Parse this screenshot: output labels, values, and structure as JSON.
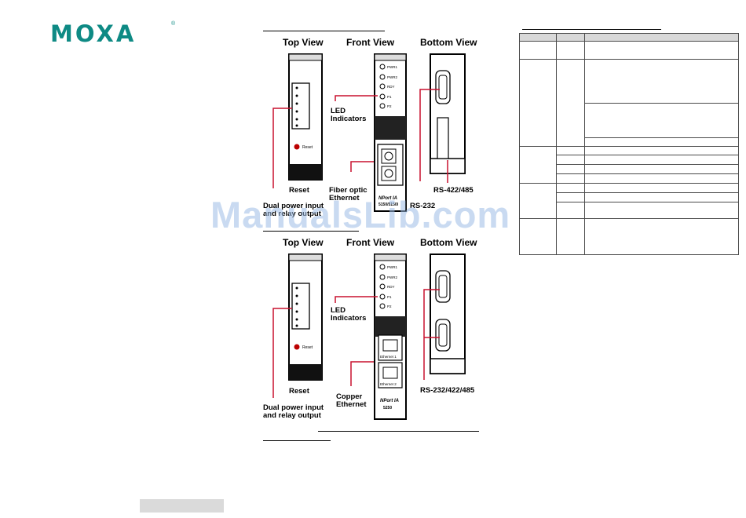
{
  "brand": {
    "logo": "MOXA",
    "registered": "®"
  },
  "watermark": "ManualsLib.com",
  "diagram1": {
    "top_view": "Top View",
    "front_view": "Front View",
    "bottom_view": "Bottom View",
    "reset_small": "Reset",
    "reset_label": "Reset",
    "led_label_line1": "LED",
    "led_label_line2": "Indicators",
    "fiber_line1": "Fiber optic",
    "fiber_line2": "Ethernet",
    "power_line1": "Dual power input",
    "power_line2": "and relay output",
    "rs232_label": "RS-232",
    "rs422_label": "RS-422/485",
    "leds": [
      "PWR1",
      "PWR2",
      "RDY",
      "P1",
      "P2"
    ],
    "model_line1": "NPort IA",
    "model_line2": "5150/5150I"
  },
  "diagram2": {
    "top_view": "Top View",
    "front_view": "Front View",
    "bottom_view": "Bottom View",
    "reset_small": "Reset",
    "reset_label": "Reset",
    "led_label_line1": "LED",
    "led_label_line2": "Indicators",
    "copper_line1": "Copper",
    "copper_line2": "Ethernet",
    "power_line1": "Dual power input",
    "power_line2": "and relay output",
    "rs_label": "RS-232/422/485",
    "leds": [
      "PWR1",
      "PWR2",
      "RDY",
      "P1",
      "P2"
    ],
    "eth1": "Ethernet 1",
    "eth2": "Ethernet 2",
    "model_line1": "NPort IA",
    "model_line2": "5250"
  },
  "colors": {
    "brand_teal": "#0e8a84",
    "callout_red": "#c8102e",
    "watermark": "#9dbde6"
  }
}
